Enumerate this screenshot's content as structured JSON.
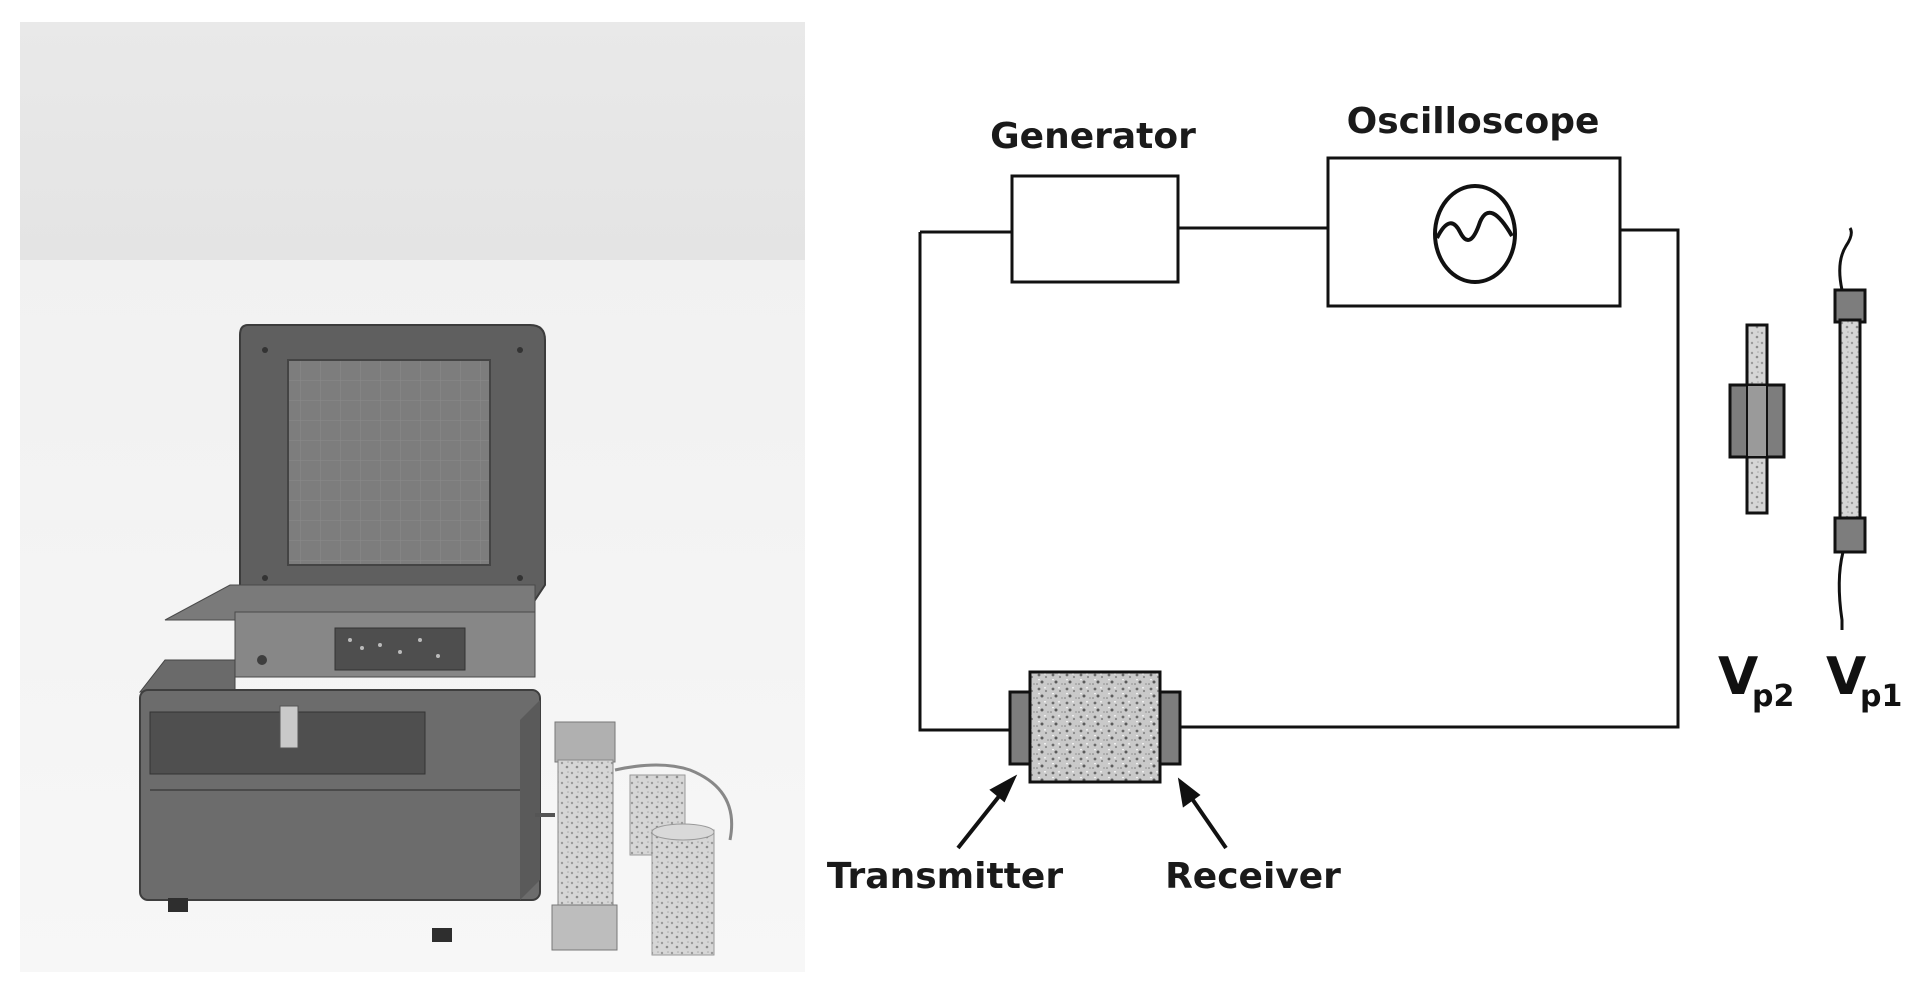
{
  "diagram": {
    "labels": {
      "generator": "Generator",
      "oscilloscope": "Oscilloscope",
      "transmitter": "Transmitter",
      "receiver": "Receiver"
    },
    "velocity_labels": [
      {
        "main": "V",
        "sub": "p2"
      },
      {
        "main": "V",
        "sub": "p1"
      }
    ]
  },
  "colors": {
    "line": "#111111",
    "photo_bg_top": "#ececec",
    "photo_bg_bottom": "#f5f5f5",
    "device_body": "#6e6e6e",
    "transducer": "#808080",
    "sample": "#b9b9b9"
  }
}
